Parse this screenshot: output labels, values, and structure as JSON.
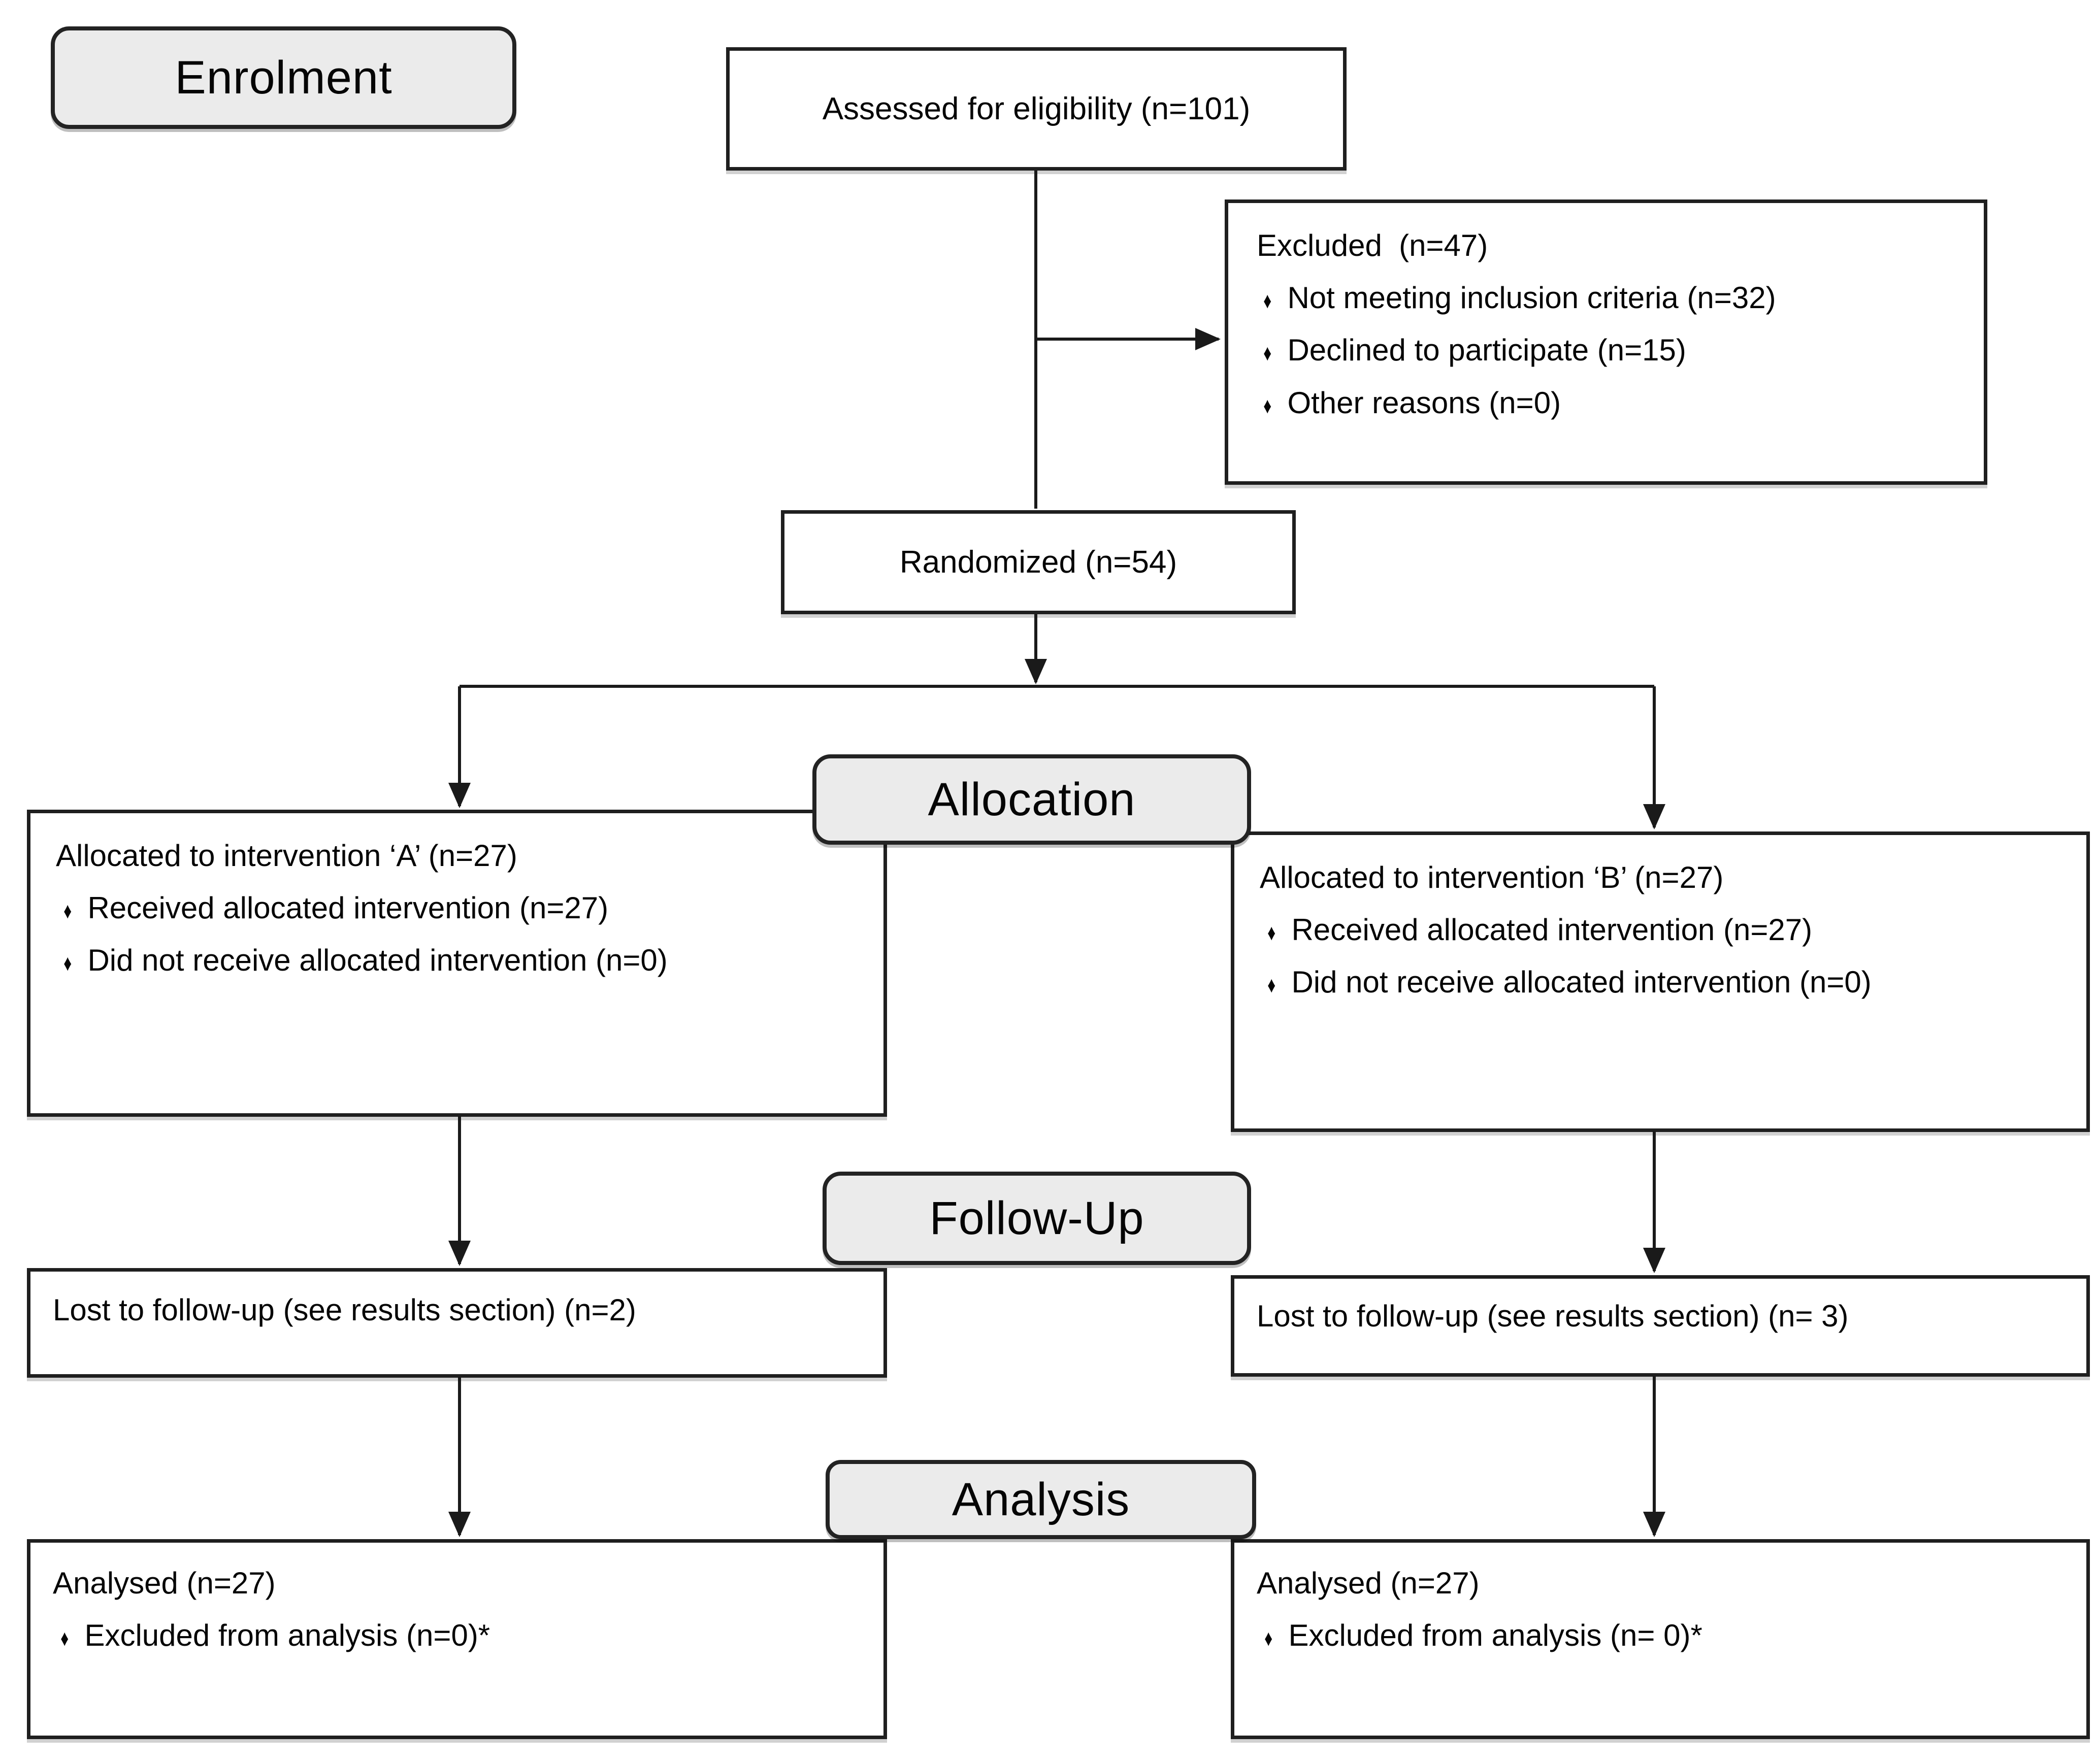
{
  "diagram": {
    "bullet_char": "♦",
    "enrolment": {
      "label": "Enrolment"
    },
    "assessed": {
      "text": "Assessed for eligibility (n=101)"
    },
    "excluded": {
      "title": "Excluded  (n=47)",
      "items": [
        "Not meeting inclusion criteria (n=32)",
        "Declined to participate (n=15)",
        "Other reasons (n=0)"
      ]
    },
    "randomized": {
      "text": "Randomized (n=54)"
    },
    "allocation": {
      "label": "Allocation"
    },
    "alloc_a": {
      "title": "Allocated to intervention ‘A’ (n=27)",
      "items": [
        "Received allocated intervention (n=27)",
        "Did not receive allocated intervention (n=0)"
      ]
    },
    "alloc_b": {
      "title": "Allocated to intervention ‘B’ (n=27)",
      "items": [
        "Received allocated intervention (n=27)",
        "Did not receive allocated intervention (n=0)"
      ]
    },
    "followup": {
      "label": "Follow-Up"
    },
    "followup_a": {
      "title": "Lost to follow-up (see results section) (n=2)"
    },
    "followup_b": {
      "title": "Lost to follow-up (see results section) (n= 3)"
    },
    "analysis": {
      "label": "Analysis"
    },
    "analysis_a": {
      "title": "Analysed (n=27)",
      "items": [
        "Excluded from analysis (n=0)*"
      ]
    },
    "analysis_b": {
      "title": "Analysed (n=27)",
      "items": [
        "Excluded from analysis (n= 0)*"
      ]
    }
  }
}
